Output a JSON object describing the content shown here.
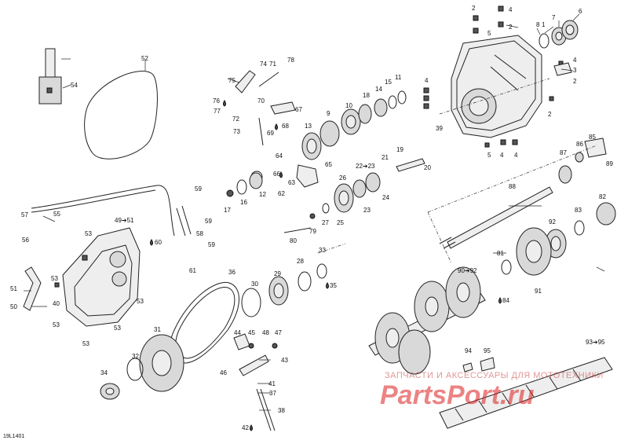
{
  "diagram": {
    "doc_id": "19L1401",
    "callouts": {
      "c1": "1",
      "c2a": "2",
      "c2b": "2",
      "c2c": "2",
      "c2d": "2",
      "c3": "3",
      "c4a": "4",
      "c4b": "4",
      "c4c": "4",
      "c4d": "4",
      "c5a": "5",
      "c5b": "5",
      "c6": "6",
      "c7": "7",
      "c8": "8",
      "c9": "9",
      "c10": "10",
      "c11": "11",
      "c12": "12",
      "c13": "13",
      "c14": "14",
      "c15": "15",
      "c16": "16",
      "c17": "17",
      "c18": "18",
      "c19": "19",
      "c20": "20",
      "c21": "21",
      "c22": "22➔23",
      "c23": "23",
      "c24": "24",
      "c25": "25",
      "c26": "26",
      "c27": "27",
      "c28": "28",
      "c29": "29",
      "c30": "30",
      "c31": "31",
      "c32": "32",
      "c33": "33",
      "c34": "34",
      "c35": "35",
      "c36": "36",
      "c37": "37",
      "c38": "38",
      "c39": "39",
      "c40": "40",
      "c41": "41",
      "c42": "42",
      "c43": "43",
      "c44": "44",
      "c45": "45",
      "c46": "46",
      "c47": "47",
      "c48": "48",
      "c49": "49➔51",
      "c50": "50",
      "c51": "51",
      "c52": "52",
      "c53a": "53",
      "c53b": "53",
      "c53c": "53",
      "c53d": "53",
      "c53e": "53",
      "c53f": "53",
      "c54": "54",
      "c55": "55",
      "c56": "56",
      "c57": "57",
      "c58": "58",
      "c59a": "59",
      "c59b": "59",
      "c59c": "59",
      "c60": "60",
      "c61": "61",
      "c62": "62",
      "c63": "63",
      "c64": "64",
      "c65": "65",
      "c66": "66",
      "c67": "67",
      "c68": "68",
      "c69": "69",
      "c70": "70",
      "c71": "71",
      "c72": "72",
      "c73": "73",
      "c74": "74",
      "c75": "75",
      "c76": "76",
      "c77": "77",
      "c78": "78",
      "c79": "79",
      "c80": "80",
      "c81": "81",
      "c82": "82",
      "c83": "83",
      "c84": "84",
      "c85": "85",
      "c86": "86",
      "c87": "87",
      "c88": "88",
      "c89": "89",
      "c90": "90➔92",
      "c91": "91",
      "c92": "92",
      "c93": "93➔95",
      "c94": "94",
      "c95": "95"
    }
  },
  "watermark": {
    "top_text": "ЗАПЧАСТИ И АКСЕССУАРЫ ДЛЯ МОТОТЕХНИКИ",
    "main_text": "PartsPort.ru",
    "color": "#dc1e1e"
  }
}
